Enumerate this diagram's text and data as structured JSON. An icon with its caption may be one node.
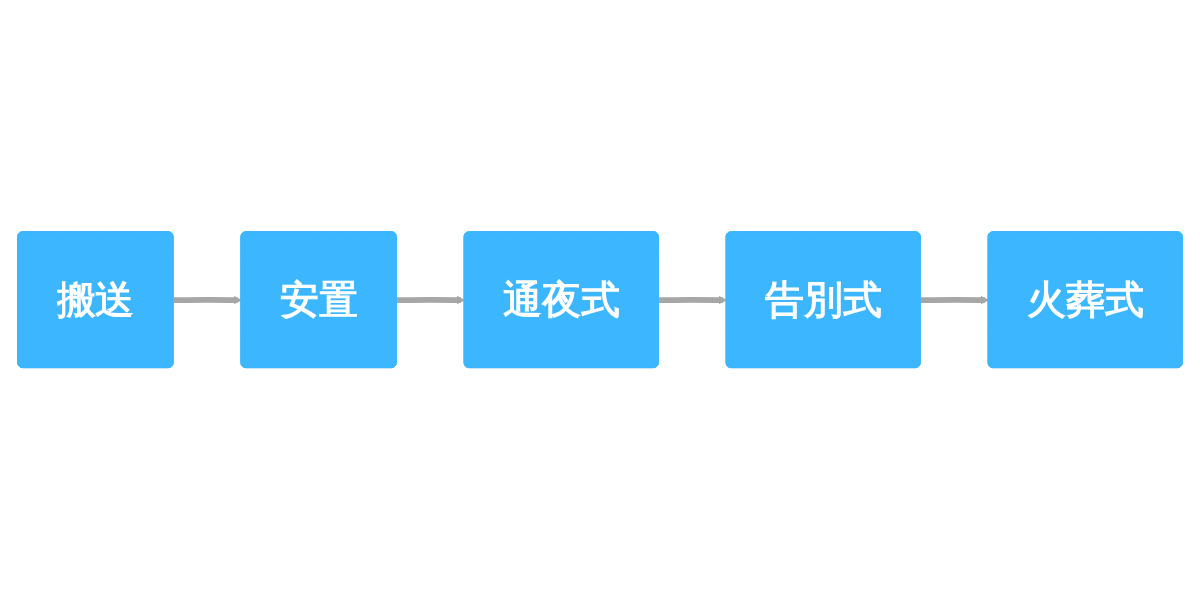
{
  "diagram": {
    "nodes": [
      {
        "text": [
          "搬送"
        ]
      },
      {
        "text": [
          "安置"
        ]
      },
      {
        "text": [
          "通夜式"
        ]
      },
      {
        "text": [
          "告別式"
        ]
      },
      {
        "text": [
          "火葬式"
        ]
      }
    ],
    "edges": [
      {
        "from": 0,
        "to": 1,
        "arrow": "to"
      },
      {
        "from": 1,
        "to": 2,
        "arrow": "to"
      },
      {
        "from": 2,
        "to": 3,
        "arrow": "to"
      },
      {
        "from": 3,
        "to": 4,
        "arrow": "to"
      }
    ]
  }
}
